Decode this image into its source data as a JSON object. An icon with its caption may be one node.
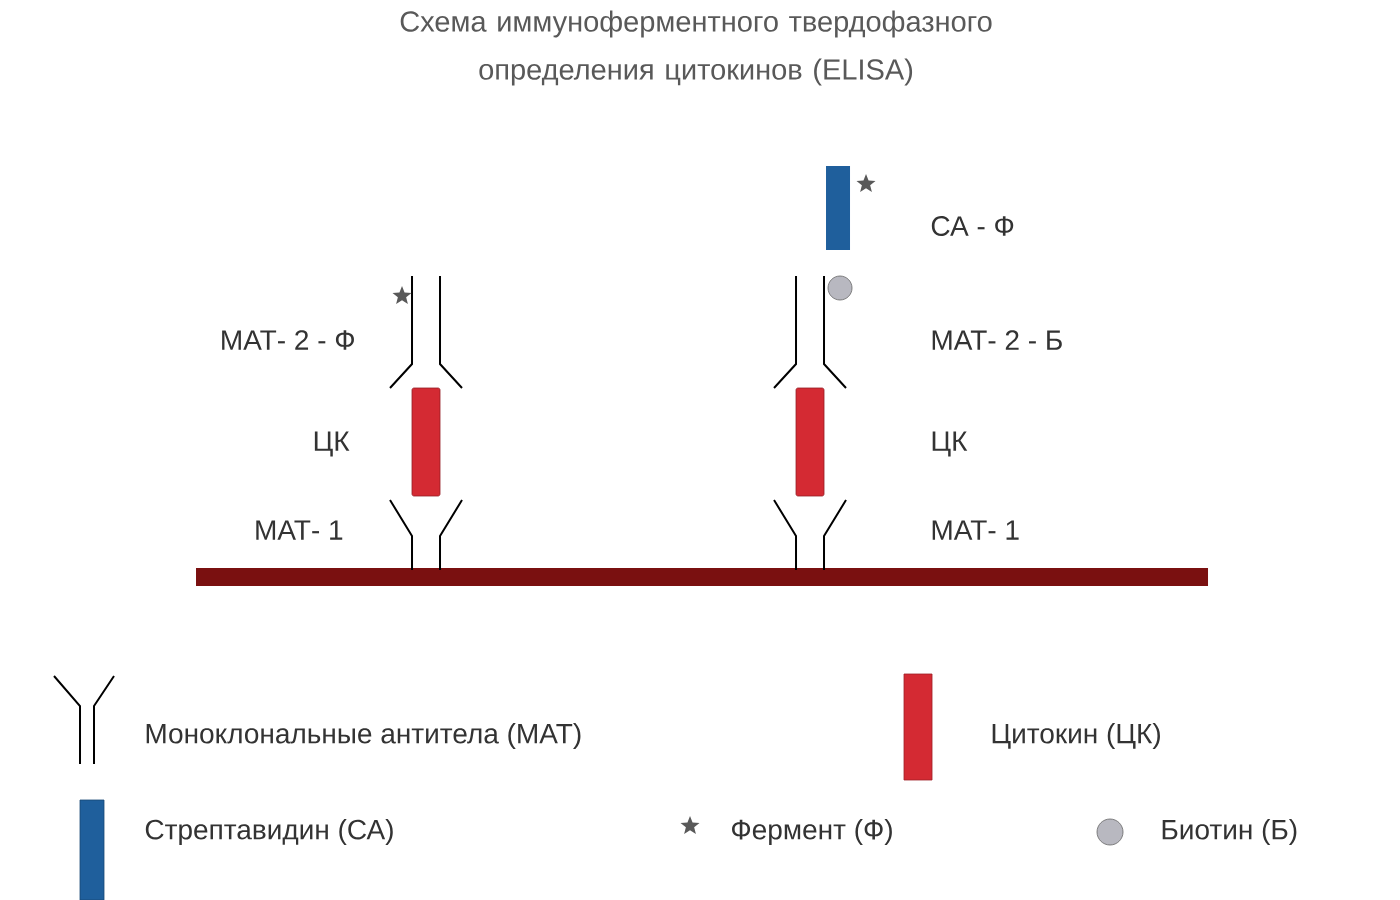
{
  "diagram": {
    "title": "Схема иммуноферментного твердофазного определения цитокинов (ELISA)",
    "labels": [
      "СА - Ф",
      "МАТ- 2 - Ф",
      "МАТ- 2 - Б",
      "ЦК",
      "ЦК",
      "МАТ- 1",
      "МАТ- 1"
    ],
    "legend": [
      {
        "text": "Моноклональные антитела (МАТ)"
      },
      {
        "text": "Цитокин (ЦК)",
        "color": "#d42a33"
      },
      {
        "text": "Стрептавидин (СА)",
        "color": "#1f5f9c"
      },
      {
        "text": "Фермент (Ф)"
      },
      {
        "text": "Биотин (Б)"
      }
    ]
  }
}
